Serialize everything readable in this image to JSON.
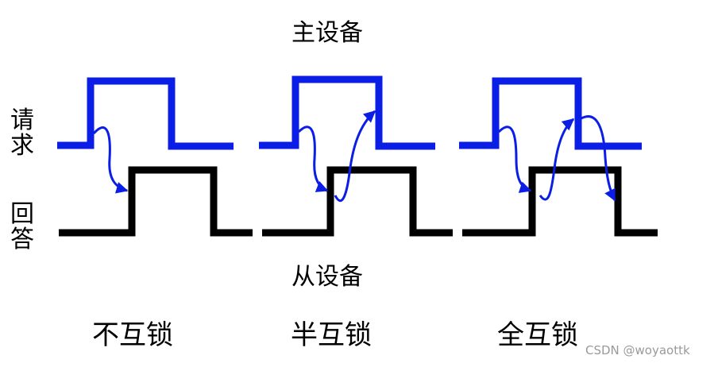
{
  "labels": {
    "master": "主设备",
    "slave": "从设备",
    "request_c1": "请",
    "request_c2": "求",
    "answer_c1": "回",
    "answer_c2": "答"
  },
  "modes": [
    "不互锁",
    "半互锁",
    "全互锁"
  ],
  "watermark": "CSDN @woyaottk",
  "colors": {
    "request": "#0a1ee6",
    "answer": "#000000",
    "background": "#ffffff"
  }
}
